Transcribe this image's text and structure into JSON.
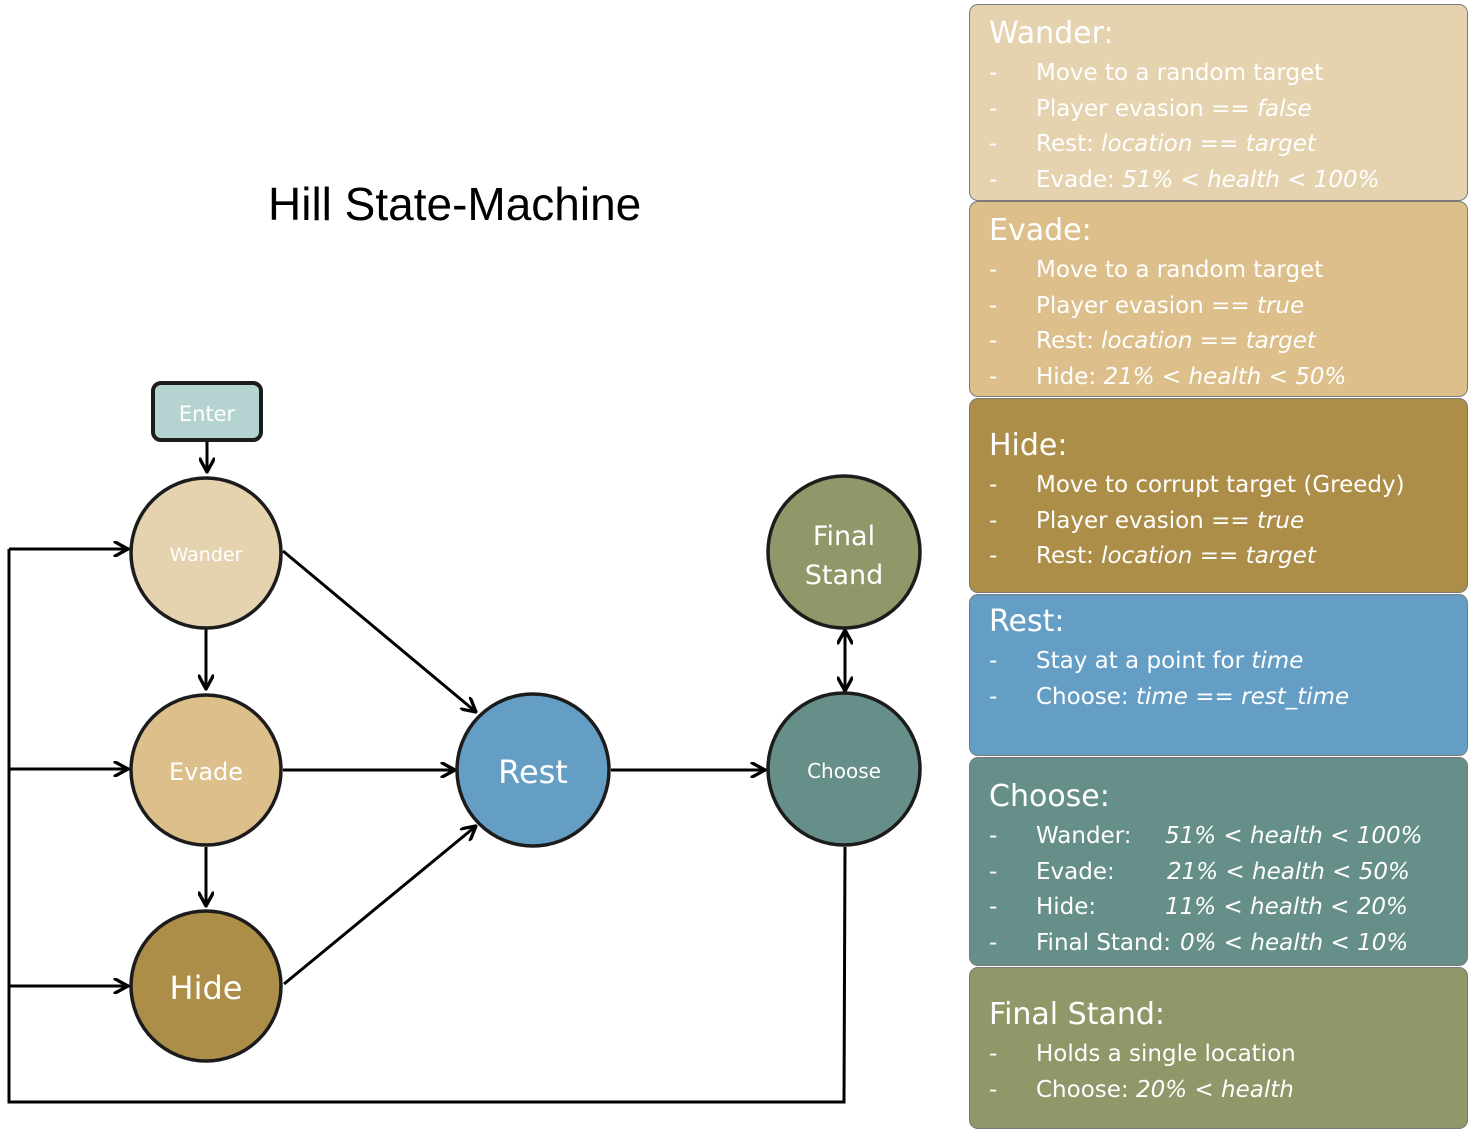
{
  "title": "Hill State-Machine",
  "colors": {
    "enter": "#b5d3d0",
    "wander": "#e5d3b0",
    "evade": "#dcbf8a",
    "hide": "#ad8e48",
    "rest": "#659ec5",
    "choose": "#668f89",
    "final_stand": "#919768"
  },
  "nodes": {
    "enter": "Enter",
    "wander": "Wander",
    "evade": "Evade",
    "hide": "Hide",
    "rest": "Rest",
    "choose": "Choose",
    "final_stand_line1": "Final",
    "final_stand_line2": "Stand"
  },
  "panels": {
    "wander": {
      "title": "Wander:",
      "items": [
        {
          "dash": "-",
          "text": "Move to a random target",
          "val": ""
        },
        {
          "dash": "-",
          "text": "Player evasion == ",
          "val": "false"
        },
        {
          "dash": "-",
          "text": "Rest: ",
          "val": "location == target"
        },
        {
          "dash": "-",
          "text": "Evade: ",
          "val": "51% < health < 100%"
        }
      ]
    },
    "evade": {
      "title": "Evade:",
      "items": [
        {
          "dash": "-",
          "text": "Move to a random target",
          "val": ""
        },
        {
          "dash": "-",
          "text": "Player evasion == ",
          "val": "true"
        },
        {
          "dash": "-",
          "text": "Rest: ",
          "val": "location == target"
        },
        {
          "dash": "-",
          "text": "Hide: ",
          "val": "21% < health < 50%"
        }
      ]
    },
    "hide": {
      "title": "Hide:",
      "items": [
        {
          "dash": "-",
          "text": "Move to corrupt target (Greedy)",
          "val": ""
        },
        {
          "dash": "-",
          "text": "Player evasion == ",
          "val": "true"
        },
        {
          "dash": "-",
          "text": "Rest: ",
          "val": "location == target"
        }
      ]
    },
    "rest": {
      "title": "Rest:",
      "items": [
        {
          "dash": "-",
          "text": "Stay at a point for ",
          "val": "time"
        },
        {
          "dash": "-",
          "text": "Choose: ",
          "val": "time == rest_time"
        }
      ]
    },
    "choose": {
      "title": "Choose:",
      "items": [
        {
          "dash": "-",
          "text": "Wander:",
          "val": "51% < health < 100%"
        },
        {
          "dash": "-",
          "text": "Evade:",
          "val": "21% < health < 50%"
        },
        {
          "dash": "-",
          "text": "Hide:",
          "val": "11% < health < 20%"
        },
        {
          "dash": "-",
          "text": "Final Stand:",
          "val": "0% < health < 10%"
        }
      ]
    },
    "final_stand": {
      "title": "Final Stand:",
      "items": [
        {
          "dash": "-",
          "text": "Holds a single location",
          "val": ""
        },
        {
          "dash": "-",
          "text": "Choose: ",
          "val": "20% < health"
        }
      ]
    }
  }
}
